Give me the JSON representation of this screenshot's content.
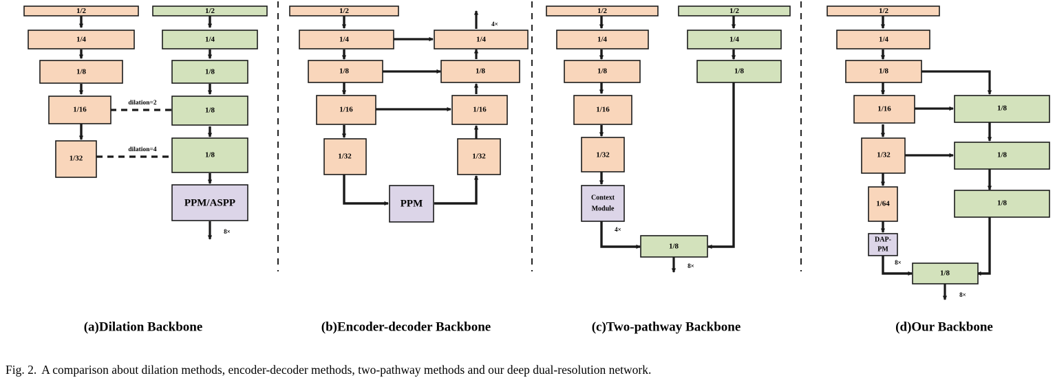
{
  "figure": {
    "label": "Fig. 2.",
    "caption": "A comparison about dilation methods, encoder-decoder methods, two-pathway methods and our deep dual-resolution network.",
    "colors": {
      "orange_fill": "#f9d6bb",
      "green_fill": "#d3e2bc",
      "purple_fill": "#dcd5e8",
      "stroke": "#1a1a1a",
      "background": "#ffffff"
    }
  },
  "panels": [
    {
      "id": "a",
      "caption": "(a)Dilation Backbone",
      "boxes": [
        {
          "name": "a-orange-1-2",
          "label": "1/2",
          "color": "orange"
        },
        {
          "name": "a-orange-1-4",
          "label": "1/4",
          "color": "orange"
        },
        {
          "name": "a-orange-1-8",
          "label": "1/8",
          "color": "orange"
        },
        {
          "name": "a-orange-1-16",
          "label": "1/16",
          "color": "orange"
        },
        {
          "name": "a-orange-1-32",
          "label": "1/32",
          "color": "orange"
        },
        {
          "name": "a-green-1-2",
          "label": "1/2",
          "color": "green"
        },
        {
          "name": "a-green-1-4",
          "label": "1/4",
          "color": "green"
        },
        {
          "name": "a-green-1-8-a",
          "label": "1/8",
          "color": "green"
        },
        {
          "name": "a-green-1-8-b",
          "label": "1/8",
          "color": "green"
        },
        {
          "name": "a-green-1-8-c",
          "label": "1/8",
          "color": "green"
        },
        {
          "name": "a-ppm-aspp",
          "label": "PPM/ASPP",
          "color": "purple"
        }
      ],
      "edge_labels": [
        {
          "name": "dilation-2-label",
          "text": "dilation=2"
        },
        {
          "name": "dilation-4-label",
          "text": "dilation=4"
        },
        {
          "name": "a-upsample-8x",
          "text": "8×"
        }
      ]
    },
    {
      "id": "b",
      "caption": "(b)Encoder-decoder Backbone",
      "boxes": [
        {
          "name": "b-enc-1-2",
          "label": "1/2",
          "color": "orange"
        },
        {
          "name": "b-enc-1-4",
          "label": "1/4",
          "color": "orange"
        },
        {
          "name": "b-enc-1-8",
          "label": "1/8",
          "color": "orange"
        },
        {
          "name": "b-enc-1-16",
          "label": "1/16",
          "color": "orange"
        },
        {
          "name": "b-enc-1-32",
          "label": "1/32",
          "color": "orange"
        },
        {
          "name": "b-dec-1-4",
          "label": "1/4",
          "color": "orange"
        },
        {
          "name": "b-dec-1-8",
          "label": "1/8",
          "color": "orange"
        },
        {
          "name": "b-dec-1-16",
          "label": "1/16",
          "color": "orange"
        },
        {
          "name": "b-dec-1-32",
          "label": "1/32",
          "color": "orange"
        },
        {
          "name": "b-ppm",
          "label": "PPM",
          "color": "purple"
        }
      ],
      "edge_labels": [
        {
          "name": "b-upsample-4x",
          "text": "4×"
        }
      ]
    },
    {
      "id": "c",
      "caption": "(c)Two-pathway Backbone",
      "boxes": [
        {
          "name": "c-orange-1-2",
          "label": "1/2",
          "color": "orange"
        },
        {
          "name": "c-orange-1-4",
          "label": "1/4",
          "color": "orange"
        },
        {
          "name": "c-orange-1-8",
          "label": "1/8",
          "color": "orange"
        },
        {
          "name": "c-orange-1-16",
          "label": "1/16",
          "color": "orange"
        },
        {
          "name": "c-orange-1-32",
          "label": "1/32",
          "color": "orange"
        },
        {
          "name": "c-context-module",
          "label": "Context Module",
          "color": "purple"
        },
        {
          "name": "c-green-1-2",
          "label": "1/2",
          "color": "green"
        },
        {
          "name": "c-green-1-4",
          "label": "1/4",
          "color": "green"
        },
        {
          "name": "c-green-1-8",
          "label": "1/8",
          "color": "green"
        },
        {
          "name": "c-fuse-1-8",
          "label": "1/8",
          "color": "green"
        }
      ],
      "edge_labels": [
        {
          "name": "c-upsample-4x",
          "text": "4×"
        },
        {
          "name": "c-upsample-8x",
          "text": "8×"
        }
      ]
    },
    {
      "id": "d",
      "caption": "(d)Our Backbone",
      "boxes": [
        {
          "name": "d-orange-1-2",
          "label": "1/2",
          "color": "orange"
        },
        {
          "name": "d-orange-1-4",
          "label": "1/4",
          "color": "orange"
        },
        {
          "name": "d-orange-1-8",
          "label": "1/8",
          "color": "orange"
        },
        {
          "name": "d-orange-1-16",
          "label": "1/16",
          "color": "orange"
        },
        {
          "name": "d-orange-1-32",
          "label": "1/32",
          "color": "orange"
        },
        {
          "name": "d-orange-1-64",
          "label": "1/64",
          "color": "orange"
        },
        {
          "name": "d-dappm",
          "label": "DAP- PM",
          "color": "purple"
        },
        {
          "name": "d-green-1-8-a",
          "label": "1/8",
          "color": "green"
        },
        {
          "name": "d-green-1-8-b",
          "label": "1/8",
          "color": "green"
        },
        {
          "name": "d-green-1-8-c",
          "label": "1/8",
          "color": "green"
        },
        {
          "name": "d-fuse-1-8",
          "label": "1/8",
          "color": "green"
        }
      ],
      "edge_labels": [
        {
          "name": "d-upsample-8x-1",
          "text": "8×"
        },
        {
          "name": "d-upsample-8x-2",
          "text": "8×"
        }
      ]
    }
  ]
}
